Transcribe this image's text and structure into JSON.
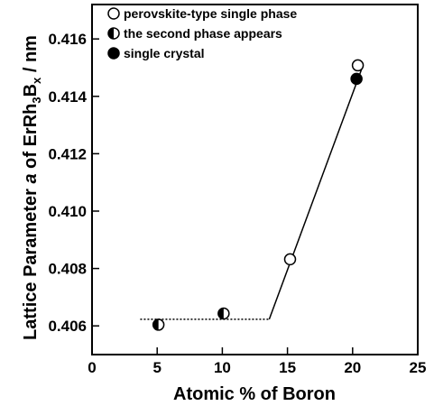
{
  "chart_data": {
    "type": "scatter",
    "xlabel": "Atomic % of Boron",
    "ylabel": {
      "pre": "Lattice Parameter ",
      "italic": "a",
      "mid": " of ErRh",
      "sub1": "3",
      "b": "B",
      "sub2": "x",
      "post": " / nm"
    },
    "xlim": [
      0,
      25
    ],
    "ylim": [
      0.405,
      0.4172
    ],
    "x_ticks": [
      0,
      5,
      10,
      15,
      20,
      25
    ],
    "y_ticks": [
      0.406,
      0.408,
      0.41,
      0.412,
      0.414,
      0.416
    ],
    "y_tick_labels": [
      "0.406",
      "0.408",
      "0.410",
      "0.412",
      "0.414",
      "0.416"
    ],
    "grid": false,
    "legend_position": "top-left",
    "series": [
      {
        "name": "perovskite-type single phase",
        "marker": "open-circle",
        "points": [
          {
            "x": 15.2,
            "y": 0.40832
          },
          {
            "x": 20.4,
            "y": 0.41508
          }
        ]
      },
      {
        "name": "the second phase appears",
        "marker": "half-filled-circle",
        "points": [
          {
            "x": 5.1,
            "y": 0.40604
          },
          {
            "x": 10.1,
            "y": 0.40643
          }
        ]
      },
      {
        "name": "single crystal",
        "marker": "filled-circle",
        "points": [
          {
            "x": 20.3,
            "y": 0.41461
          }
        ]
      }
    ],
    "guide_lines": [
      {
        "style": "dotted",
        "x": [
          3.7,
          13.6
        ],
        "y": [
          0.40623,
          0.40623
        ]
      },
      {
        "style": "solid",
        "x": [
          13.6,
          20.8
        ],
        "y": [
          0.40623,
          0.41508
        ]
      }
    ]
  }
}
